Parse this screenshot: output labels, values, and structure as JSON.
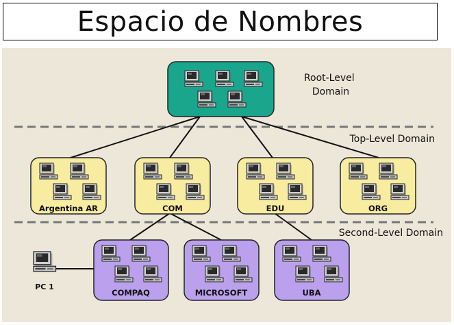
{
  "title": "Espacio de Nombres",
  "levels": {
    "root": "Root-Level\nDomain",
    "top": "Top-Level Domain",
    "second": "Second-Level Domain"
  },
  "nodes": {
    "root": {
      "label": "",
      "color": "#1aa58d"
    },
    "argentina": {
      "label": "Argentina AR",
      "color": "#f8eca0"
    },
    "com": {
      "label": "COM",
      "color": "#f8eca0"
    },
    "edu": {
      "label": "EDU",
      "color": "#f8eca0"
    },
    "org": {
      "label": "ORG",
      "color": "#f8eca0"
    },
    "compaq": {
      "label": "COMPAQ",
      "color": "#bba0ee"
    },
    "microsoft": {
      "label": "MICROSOFT",
      "color": "#bba0ee"
    },
    "uba": {
      "label": "UBA",
      "color": "#bba0ee"
    },
    "pc1": {
      "label": "PC 1"
    }
  }
}
